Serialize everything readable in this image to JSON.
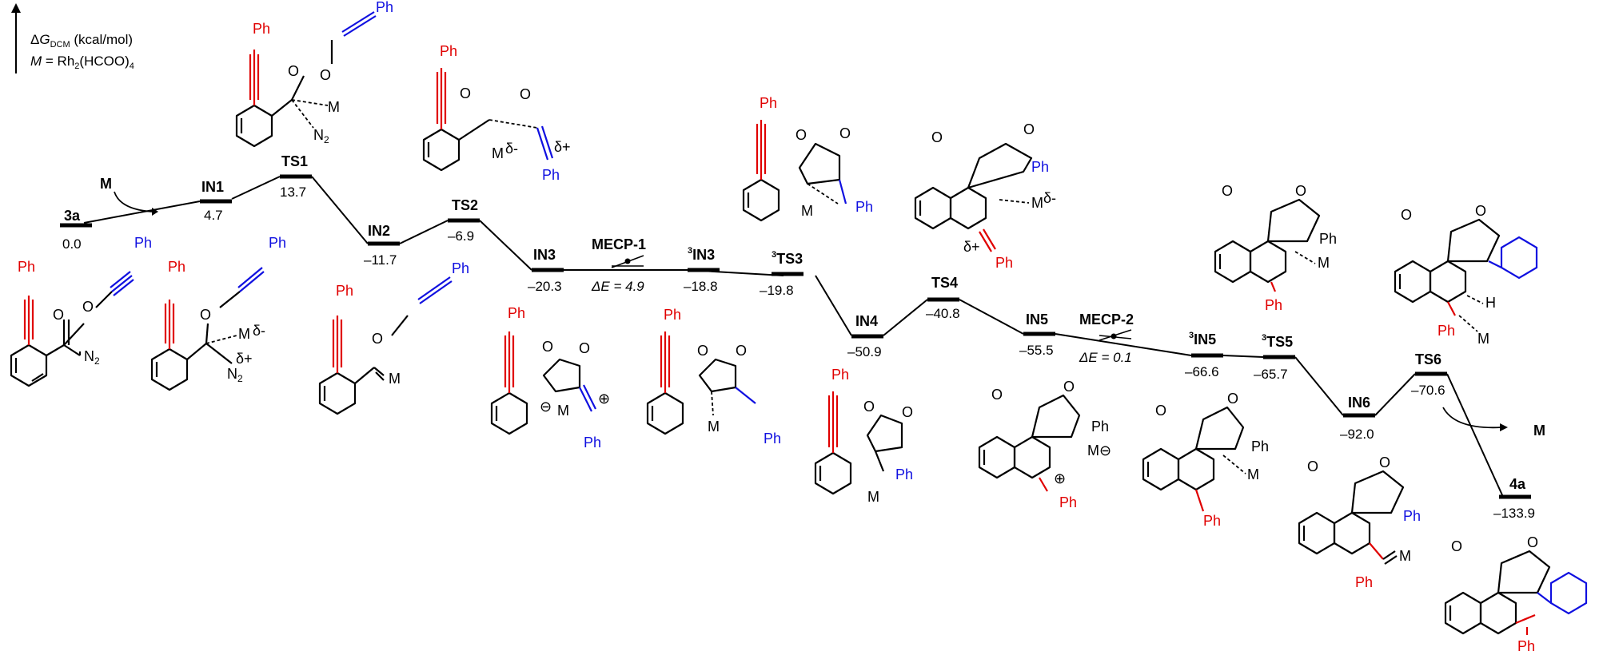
{
  "legend": {
    "delta": "Δ",
    "G": "G",
    "sub": "DCM",
    "unit": " (kcal/mol)",
    "m_symbol": "M",
    "m_def": " = Rh",
    "m_sub1": "2",
    "m_def2": "(HCOO)",
    "m_sub2": "4"
  },
  "levels": [
    {
      "label": "3a",
      "energy": "0.0"
    },
    {
      "label": "IN1",
      "energy": "4.7"
    },
    {
      "label": "TS1",
      "energy": "13.7"
    },
    {
      "label": "IN2",
      "energy": "–11.7"
    },
    {
      "label": "TS2",
      "energy": "–6.9"
    },
    {
      "label": "IN3",
      "energy": "–20.3"
    },
    {
      "label": "MECP-1",
      "energy": "ΔE = 4.9"
    },
    {
      "label": "IN3",
      "sup": "3",
      "energy": "–18.8"
    },
    {
      "label": "TS3",
      "sup": "3",
      "energy": "–19.8"
    },
    {
      "label": "IN4",
      "energy": "–50.9"
    },
    {
      "label": "TS4",
      "energy": "–40.8"
    },
    {
      "label": "IN5",
      "energy": "–55.5"
    },
    {
      "label": "MECP-2",
      "energy": "ΔE = 0.1"
    },
    {
      "label": "IN5",
      "sup": "3",
      "energy": "–66.6"
    },
    {
      "label": "TS5",
      "sup": "3",
      "energy": "–65.7"
    },
    {
      "label": "IN6",
      "energy": "–92.0"
    },
    {
      "label": "TS6",
      "energy": "–70.6"
    },
    {
      "label": "4a",
      "energy": "–133.9"
    }
  ],
  "catalyst_in": "M",
  "catalyst_out": "M",
  "atoms": {
    "ph": "Ph",
    "m": "M",
    "n2": "N",
    "n2_sub": "2",
    "o": "O",
    "h": "H",
    "delta_minus": "δ-",
    "delta_plus": "δ+",
    "plus": "⊕",
    "minus": "⊖"
  },
  "colors": {
    "red": "#e00000",
    "blue": "#1010e0",
    "black": "#000000"
  }
}
